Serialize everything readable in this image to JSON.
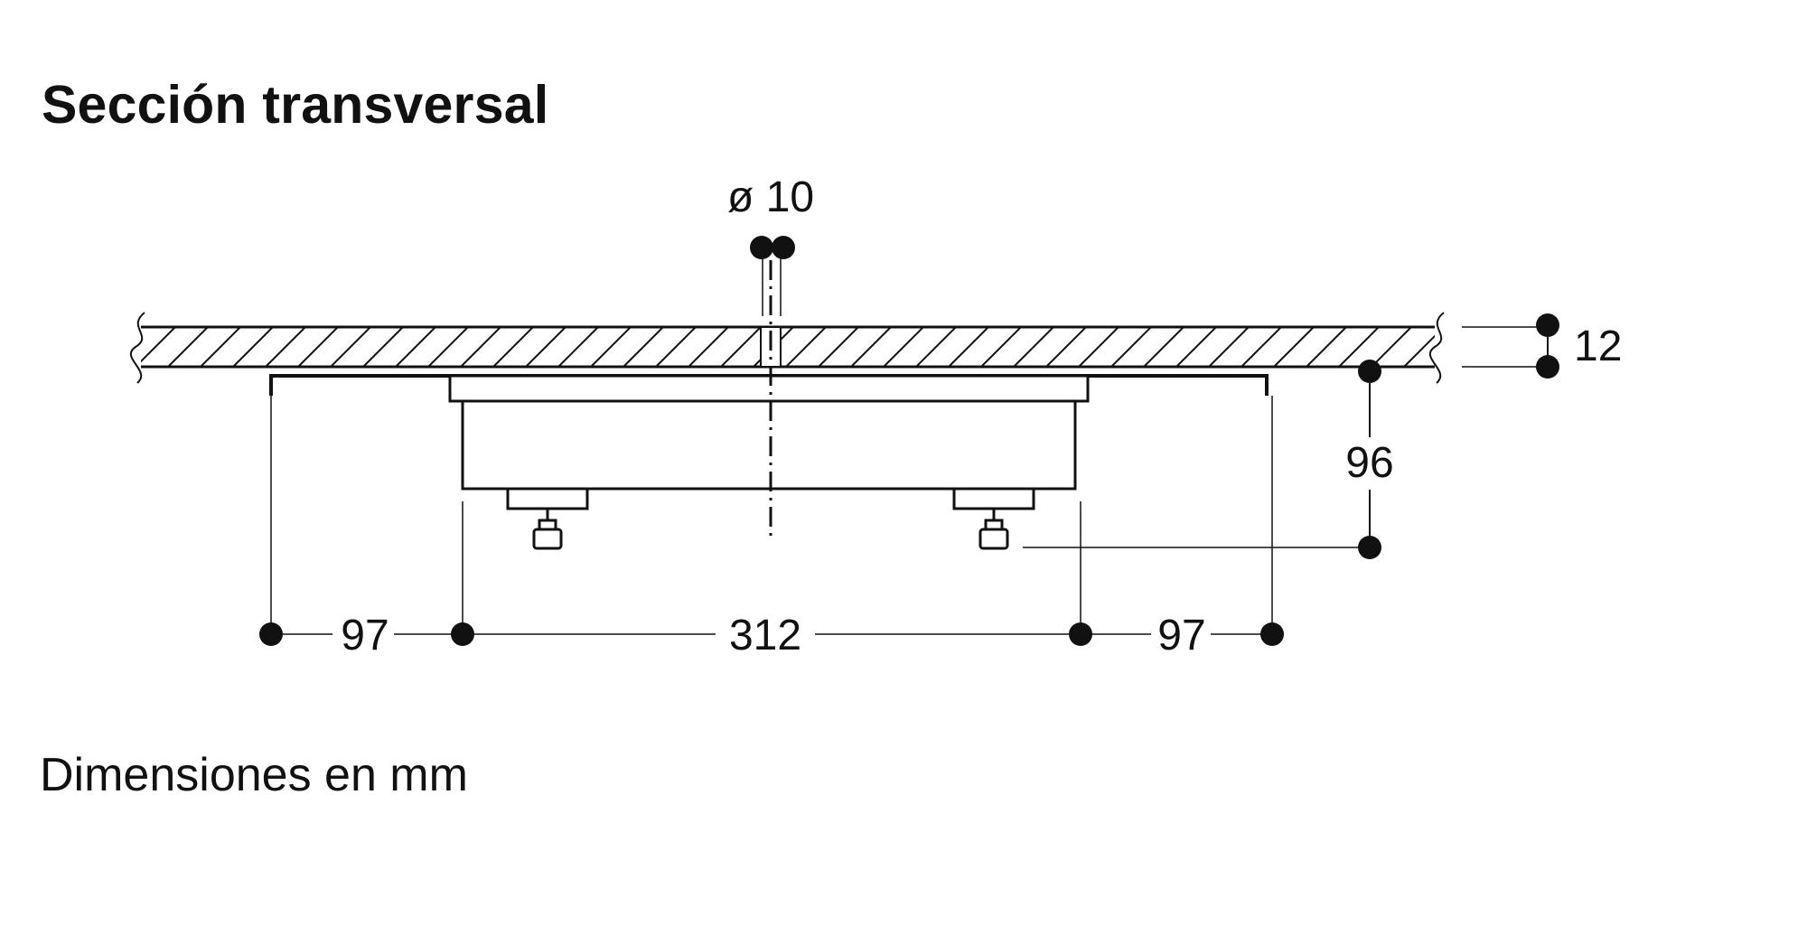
{
  "title": "Sección transversal",
  "footnote": "Dimensiones en mm",
  "dimensions": {
    "diameter": "ø 10",
    "thickness": "12",
    "height": "96",
    "left": "97",
    "center": "312",
    "right": "97"
  }
}
